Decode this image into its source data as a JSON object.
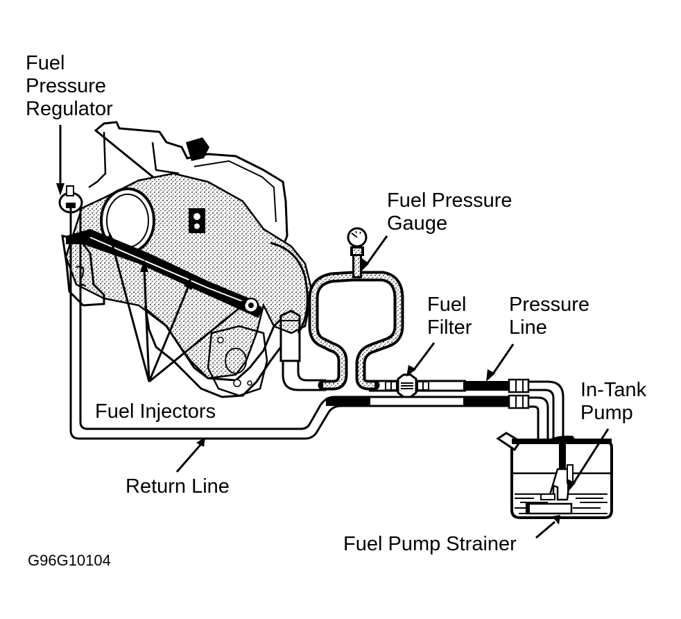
{
  "figure_code": "G96G10104",
  "labels": {
    "regulator": [
      "Fuel",
      "Pressure",
      "Regulator"
    ],
    "gauge": [
      "Fuel Pressure",
      "Gauge"
    ],
    "filter": [
      "Fuel",
      "Filter"
    ],
    "pressure_line": [
      "Pressure",
      "Line"
    ],
    "in_tank_pump": [
      "In-Tank",
      "Pump"
    ],
    "injectors": "Fuel Injectors",
    "return_line": "Return Line",
    "strainer": "Fuel Pump Strainer"
  },
  "colors": {
    "ink": "#000000",
    "paper": "#ffffff"
  }
}
